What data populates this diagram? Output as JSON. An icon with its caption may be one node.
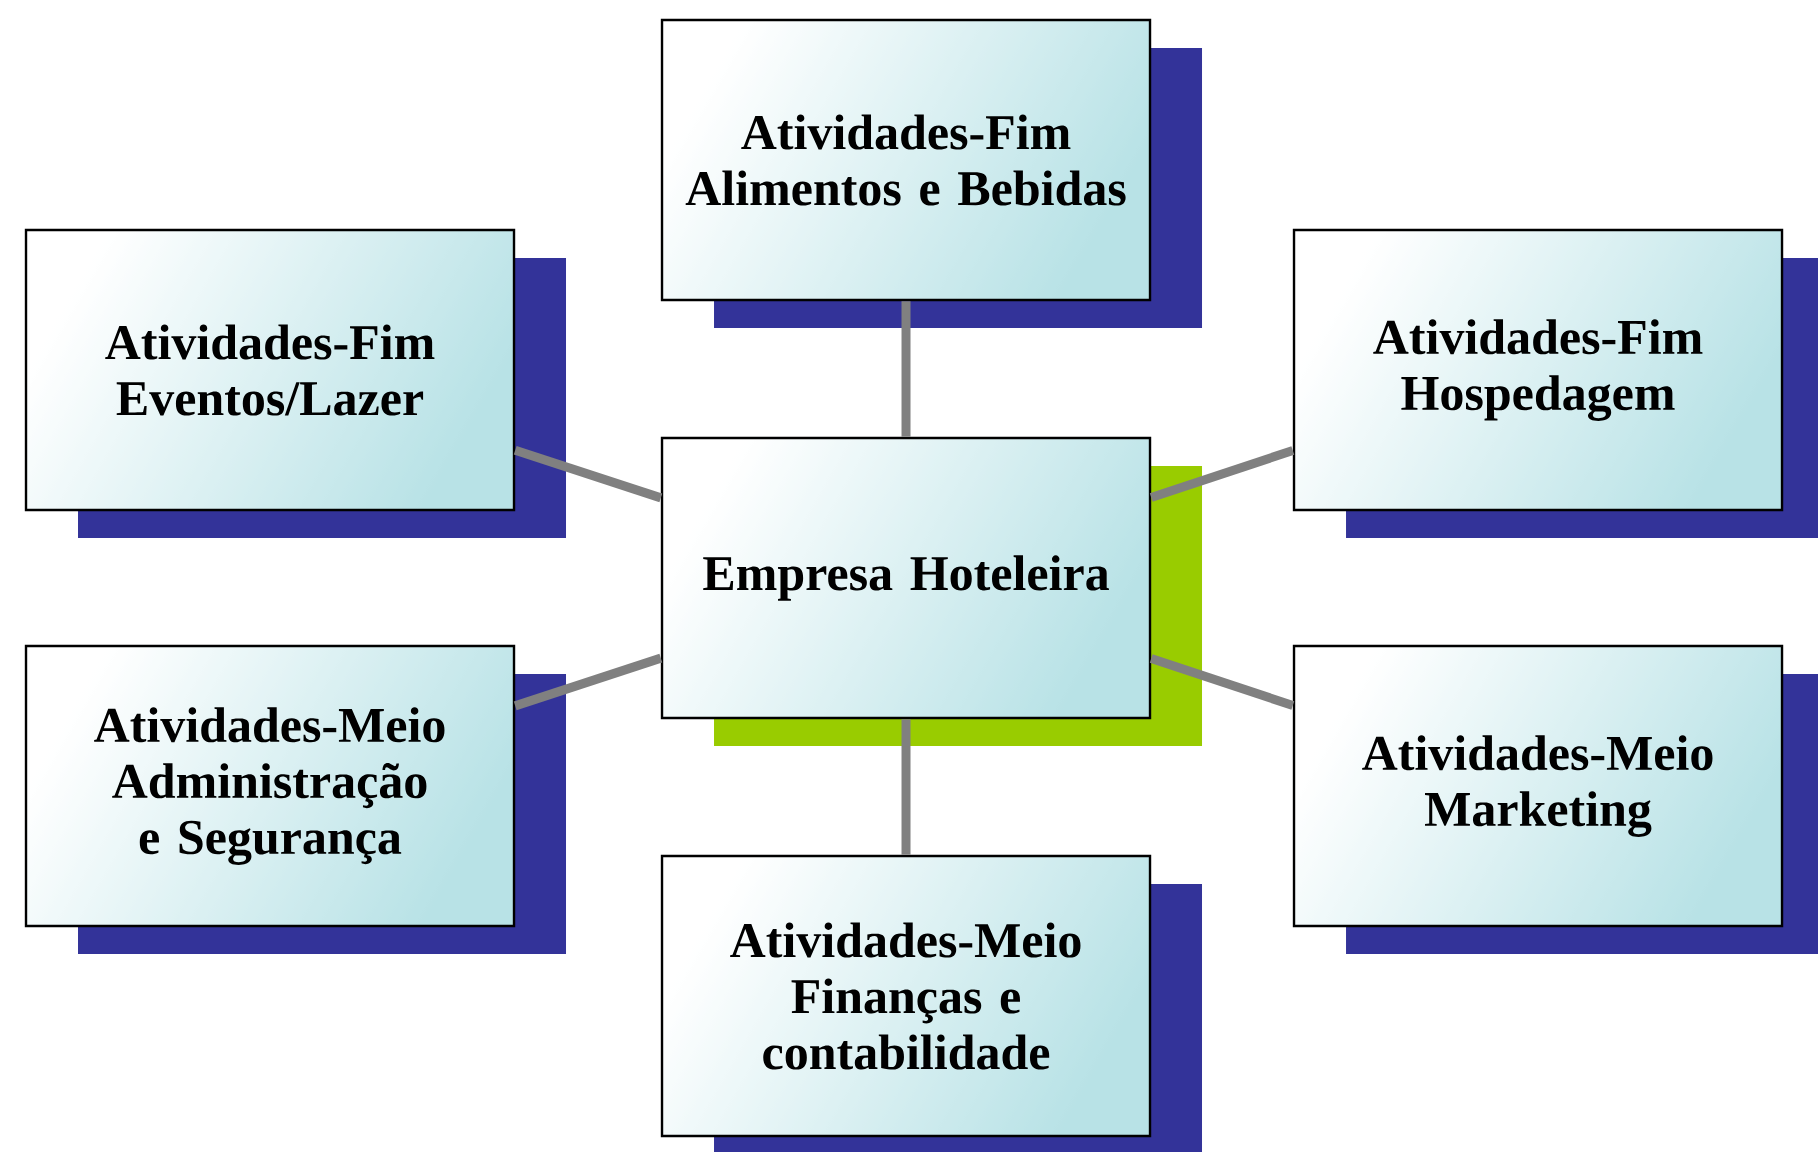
{
  "diagram": {
    "nodes": [
      {
        "text": [
          "Empresa Hoteleira"
        ]
      },
      {
        "text": [
          "Atividades-Fim Alimentos e Bebidas"
        ]
      },
      {
        "text": [
          "Atividades-Fim Eventos/Lazer"
        ]
      },
      {
        "text": [
          "Atividades-Fim Hospedagem"
        ]
      },
      {
        "text": [
          "Atividades-Meio Administração e Segurança"
        ]
      },
      {
        "text": [
          "Atividades-Meio Marketing"
        ]
      },
      {
        "text": [
          "Atividades-Meio Finanças e contabilidade"
        ]
      }
    ],
    "edges": [
      {
        "from": 0,
        "to": 1,
        "arrow": "none"
      },
      {
        "from": 0,
        "to": 2,
        "arrow": "none"
      },
      {
        "from": 0,
        "to": 3,
        "arrow": "none"
      },
      {
        "from": 0,
        "to": 4,
        "arrow": "none"
      },
      {
        "from": 0,
        "to": 5,
        "arrow": "none"
      },
      {
        "from": 0,
        "to": 6,
        "arrow": "none"
      }
    ]
  }
}
